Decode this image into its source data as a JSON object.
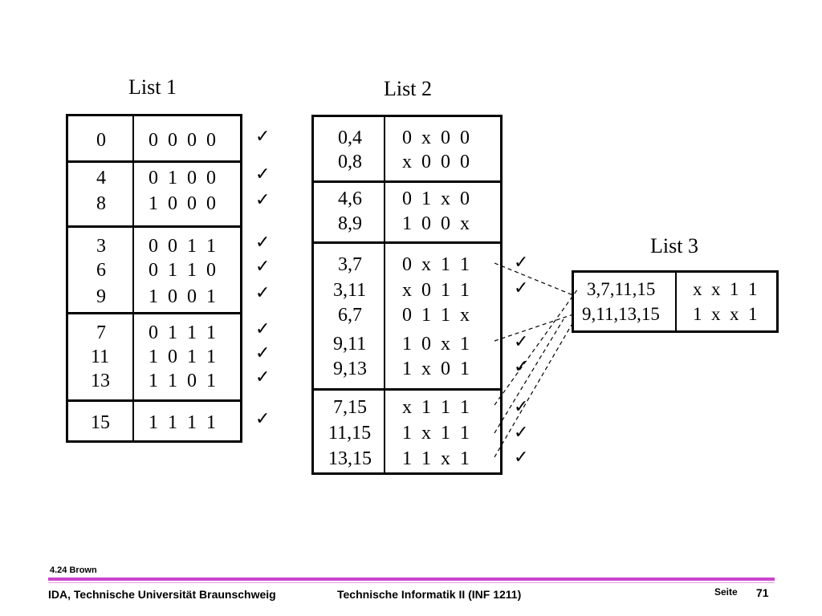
{
  "list1": {
    "title": "List 1",
    "groups": [
      {
        "rows": [
          {
            "m": "0",
            "b": "0 0 0 0",
            "c": "✓"
          }
        ]
      },
      {
        "rows": [
          {
            "m": "4",
            "b": "0 1 0 0",
            "c": "✓"
          },
          {
            "m": "8",
            "b": "1 0 0 0",
            "c": "✓"
          }
        ]
      },
      {
        "rows": [
          {
            "m": "3",
            "b": "0 0 1 1",
            "c": "✓"
          },
          {
            "m": "6",
            "b": "0 1 1 0",
            "c": "✓"
          },
          {
            "m": "9",
            "b": "1 0 0 1",
            "c": "✓"
          }
        ]
      },
      {
        "rows": [
          {
            "m": "7",
            "b": "0 1 1 1",
            "c": "✓"
          },
          {
            "m": "11",
            "b": "1 0 1 1",
            "c": "✓"
          },
          {
            "m": "13",
            "b": "1 1 0 1",
            "c": "✓"
          }
        ]
      },
      {
        "rows": [
          {
            "m": "15",
            "b": "1 1 1 1",
            "c": "✓"
          }
        ]
      }
    ]
  },
  "list2": {
    "title": "List 2",
    "groups": [
      {
        "rows": [
          {
            "m": "0,4",
            "b": "0  x  0  0",
            "c": ""
          },
          {
            "m": "0,8",
            "b": "x  0  0  0",
            "c": ""
          }
        ]
      },
      {
        "rows": [
          {
            "m": "4,6",
            "b": "0  1  x  0",
            "c": ""
          },
          {
            "m": "8,9",
            "b": "1  0  0  x",
            "c": ""
          }
        ]
      },
      {
        "rows": [
          {
            "m": "3,7",
            "b": "0  x  1  1",
            "c": "✓"
          },
          {
            "m": "3,11",
            "b": "x  0  1  1",
            "c": "✓"
          },
          {
            "m": "6,7",
            "b": "0  1  1  x",
            "c": ""
          },
          {
            "m": "9,11",
            "b": "1  0  x  1",
            "c": "✓"
          },
          {
            "m": "9,13",
            "b": "1  x  0  1",
            "c": "✓"
          }
        ]
      },
      {
        "rows": [
          {
            "m": "7,15",
            "b": "x  1  1  1",
            "c": "✓"
          },
          {
            "m": "11,15",
            "b": "1  x  1  1",
            "c": "✓"
          },
          {
            "m": "13,15",
            "b": "1  1  x  1",
            "c": "✓"
          }
        ]
      }
    ]
  },
  "list3": {
    "title": "List 3",
    "rows": [
      {
        "m": "3,7,11,15",
        "b": "x  x  1  1"
      },
      {
        "m": "9,11,13,15",
        "b": "1  x  x  1"
      }
    ]
  },
  "footer": {
    "ref": "4.24 Brown",
    "left": "IDA, Technische Universität Braunschweig",
    "center": "Technische Informatik II (INF 1211)",
    "page_label": "Seite",
    "page_number": "71"
  }
}
